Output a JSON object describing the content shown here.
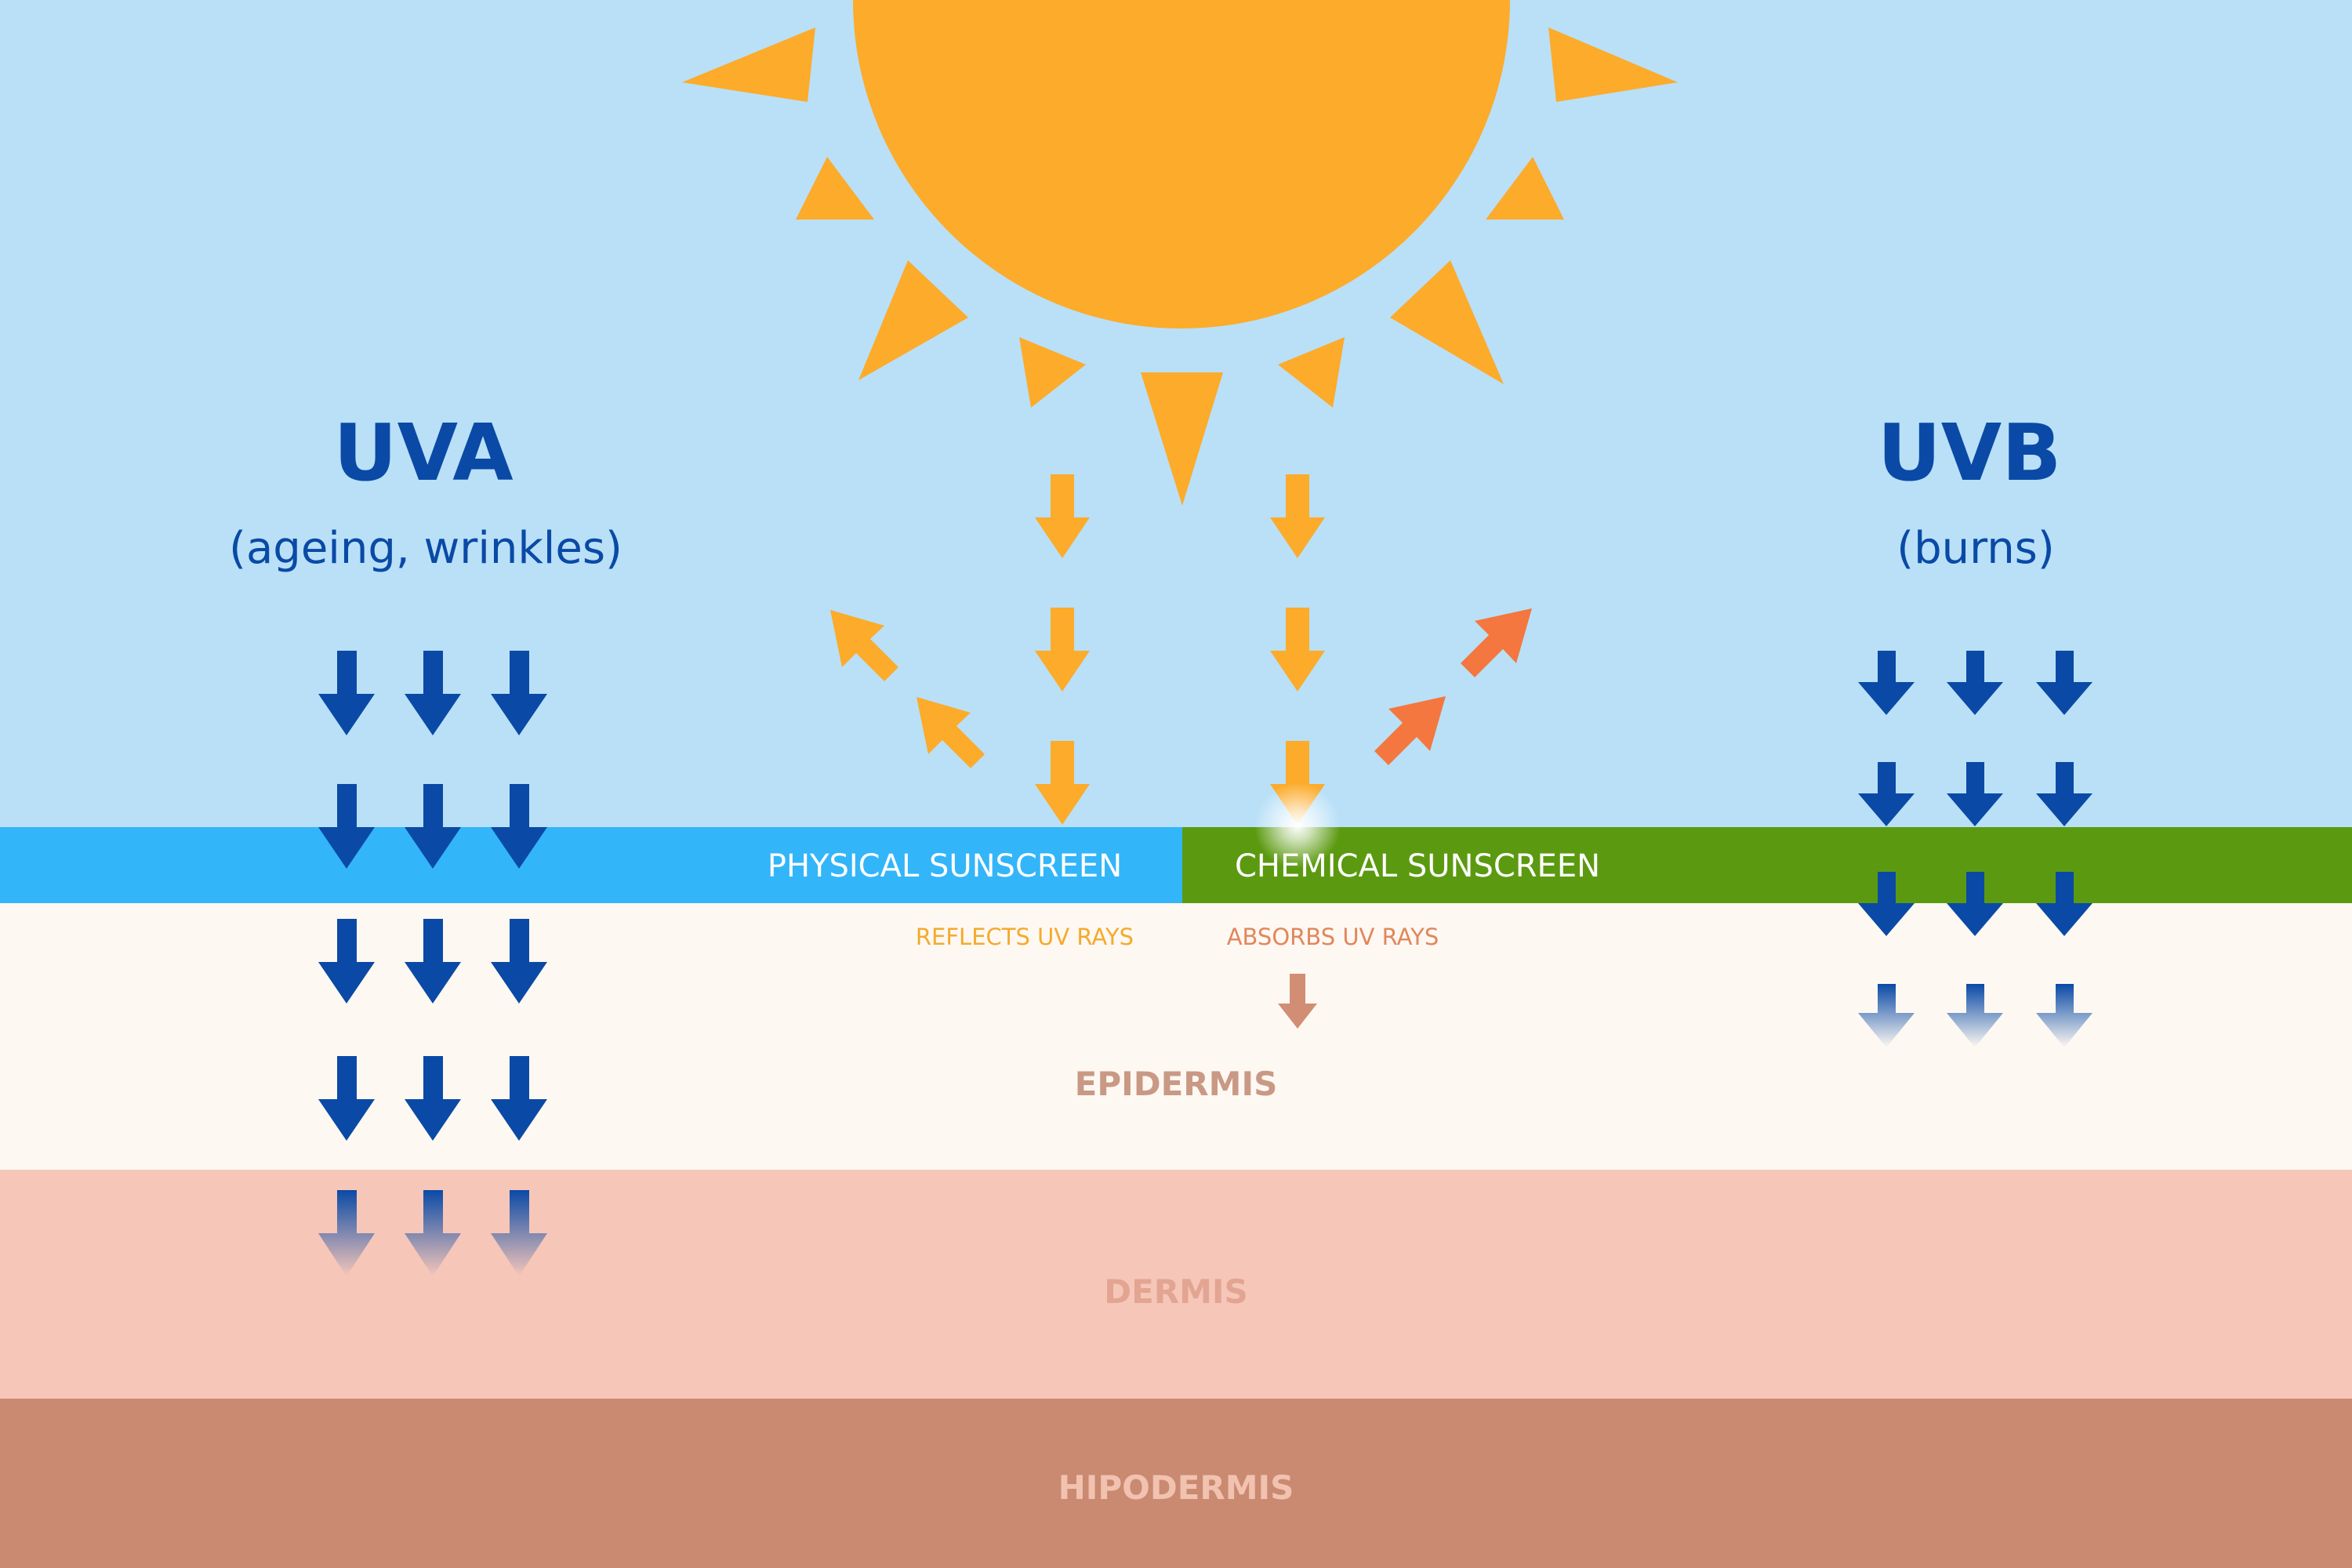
{
  "uva": {
    "title": "UVA",
    "subtitle": "(ageing, wrinkles)"
  },
  "uvb": {
    "title": "UVB",
    "subtitle": "(burns)"
  },
  "physical": {
    "label": "PHYSICAL SUNSCREEN",
    "caption": "REFLECTS UV RAYS"
  },
  "chemical": {
    "label": "CHEMICAL SUNSCREEN",
    "caption": "ABSORBS UV RAYS"
  },
  "layers": {
    "epidermis": "EPIDERMIS",
    "dermis": "DERMIS",
    "hypodermis": "HIPODERMIS"
  },
  "colors": {
    "sky": "#b9e0f7",
    "sun": "#fcab2b",
    "uv_arrow": "#0a4aa6",
    "sunscreen_physical": "#33b5f9",
    "sunscreen_chemical": "#5b9a10",
    "epidermis": "#fdf8f2",
    "dermis": "#f6c6b9",
    "hypodermis": "#c98a71",
    "absorbed_arrow": "#f4773f",
    "reflected_caption": "#f5aa2c",
    "absorbed_caption": "#e1875c"
  }
}
